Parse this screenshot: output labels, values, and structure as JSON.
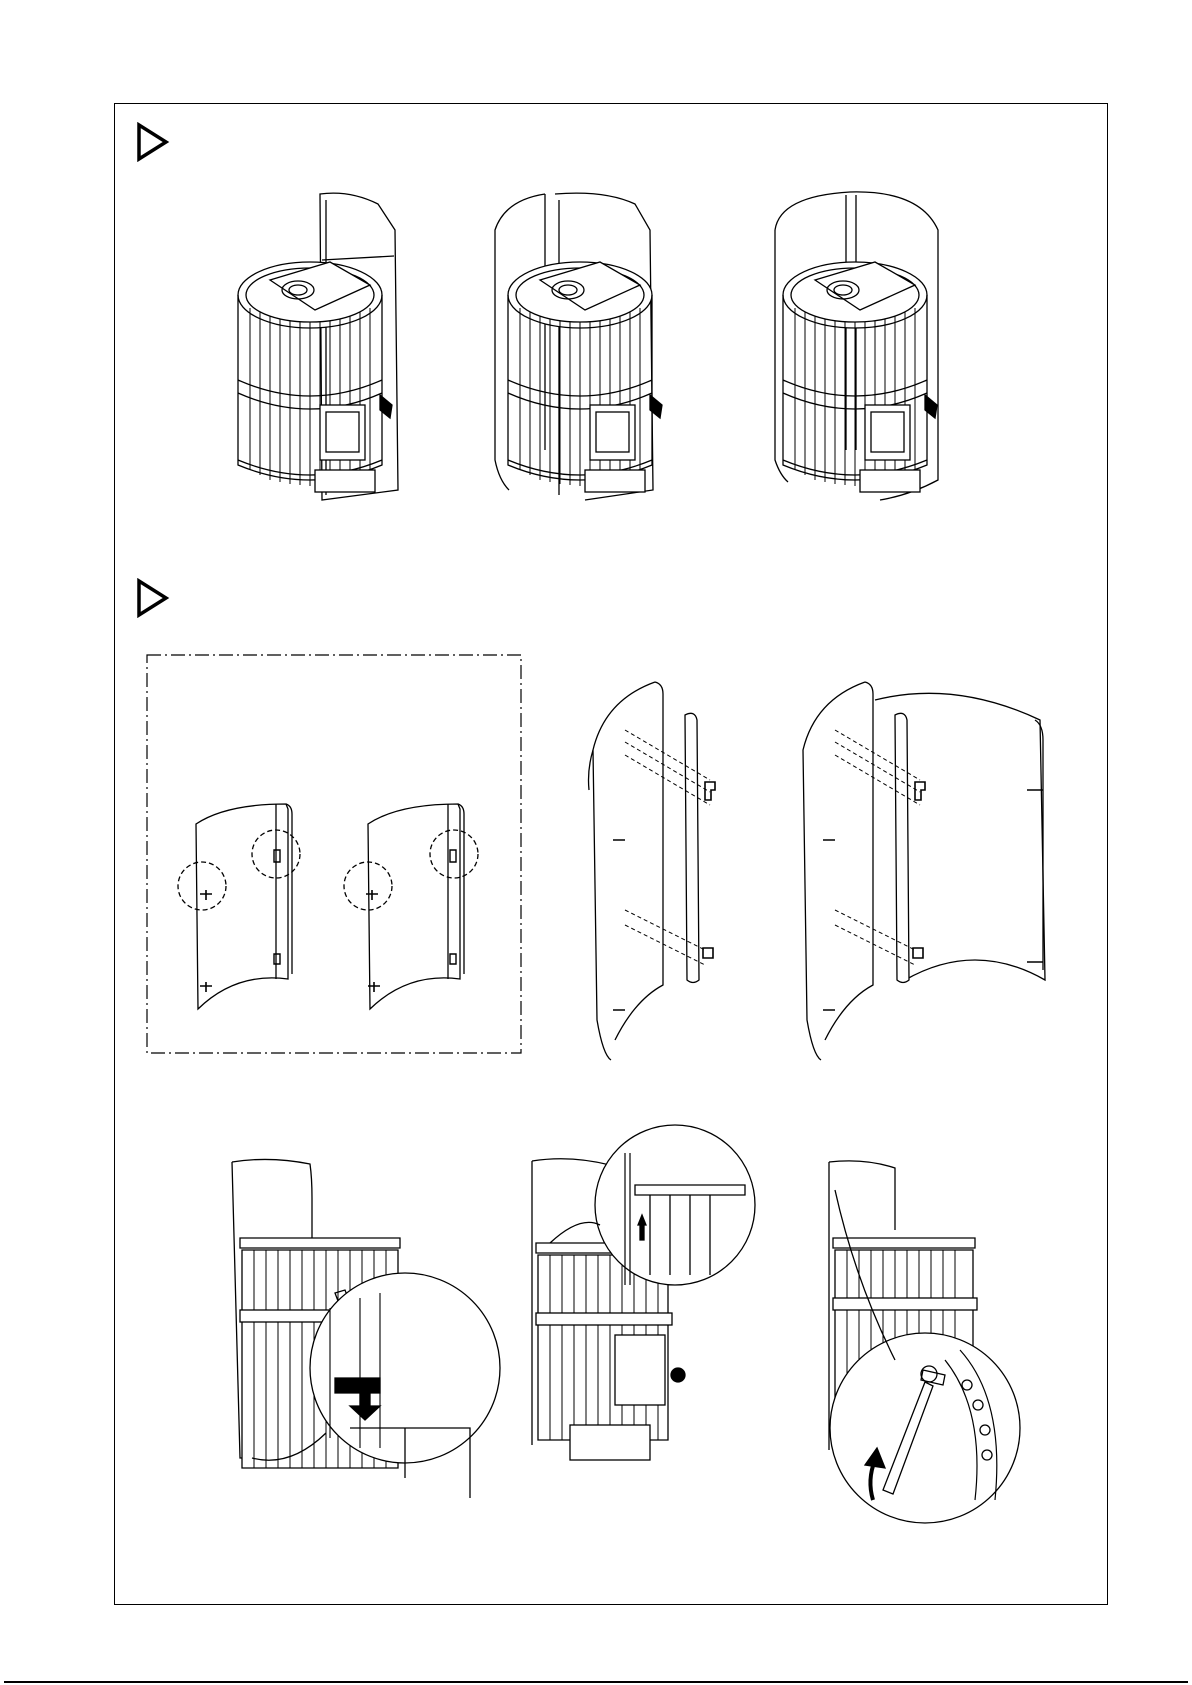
{
  "page": {
    "colors": {
      "line": "#000000",
      "background": "#ffffff",
      "step_marker": "#000000"
    }
  },
  "steps": [
    {
      "id": "step-1",
      "marker_icon": "play-outline-icon",
      "figures": [
        "stove-with-one-shield-panel",
        "stove-with-two-shield-panels",
        "stove-with-assembled-shield"
      ]
    },
    {
      "id": "step-2",
      "marker_icon": "play-outline-icon",
      "figures": [
        "shield-panels-detail-box",
        "panel-and-rail-exploded",
        "panels-joined-exploded"
      ]
    },
    {
      "id": "step-3",
      "marker_icon": "none",
      "figures": [
        "hook-panel-on-frame-detail",
        "lift-panel-detail",
        "tighten-screw-with-wrench-detail"
      ]
    }
  ]
}
